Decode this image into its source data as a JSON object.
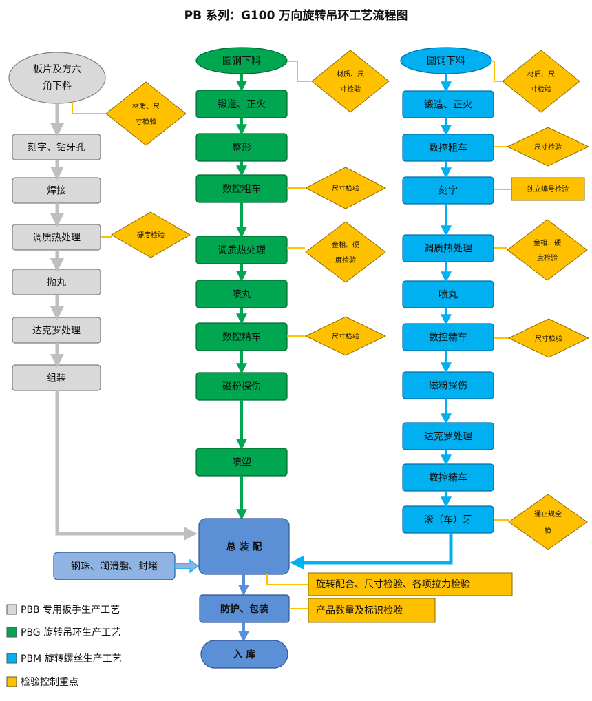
{
  "title": "PB 系列：G100 万向旋转吊环工艺流程图",
  "colors": {
    "gray_fill": "#d9d9d9",
    "gray_stroke": "#7f7f7f",
    "gray_arrow": "#bfbfbf",
    "green_fill": "#00a650",
    "green_stroke": "#006b32",
    "blue_fill": "#00b0f0",
    "blue_stroke": "#0070a8",
    "assembly_fill": "#5b8fd6",
    "assembly_stroke": "#2f5597",
    "lightblue_fill": "#8fb4e3",
    "check_fill": "#ffc000",
    "check_stroke": "#8b6d00"
  },
  "pbb": {
    "start": [
      "板片及方六",
      "角下料"
    ],
    "check_start": [
      "材质、尺",
      "寸检验"
    ],
    "steps": [
      "刻字、钻牙孔",
      "焊接",
      "调质热处理",
      "抛丸",
      "达克罗处理",
      "组装"
    ],
    "check_heat": "硬度检验"
  },
  "pbg": {
    "start": "圆钢下料",
    "check_start": [
      "材质、尺",
      "寸检验"
    ],
    "steps": [
      "锻造、正火",
      "整形",
      "数控粗车",
      "调质热处理",
      "喷丸",
      "数控精车",
      "磁粉探伤",
      "喷塑"
    ],
    "check_rough": "尺寸检验",
    "check_heat": [
      "金相、硬",
      "度检验"
    ],
    "check_finish": "尺寸检验"
  },
  "pbm": {
    "start": "圆钢下料",
    "check_start": [
      "材质、尺",
      "寸检验"
    ],
    "steps": [
      "锻造、正火",
      "数控粗车",
      "刻字",
      "调质热处理",
      "喷丸",
      "数控精车",
      "磁粉探伤",
      "达克罗处理",
      "数控精车",
      "滚（车）牙"
    ],
    "check_rough": "尺寸检验",
    "check_engrave": "独立编号检验",
    "check_heat": [
      "金相、硬",
      "度检验"
    ],
    "check_finish": "尺寸检验",
    "check_thread": [
      "通止规全",
      "检"
    ]
  },
  "assembly": {
    "main": "总 装 配",
    "parts": "钢珠、润滑脂、封堵",
    "check_assembly": "旋转配合、尺寸检验、各项拉力检验",
    "pack": "防护、包装",
    "check_pack": "产品数量及标识检验",
    "store": "入 库"
  },
  "legend": [
    {
      "label": "PBB 专用扳手生产工艺",
      "color": "#d9d9d9"
    },
    {
      "label": "PBG 旋转吊环生产工艺",
      "color": "#00a650"
    },
    {
      "label": "PBM 旋转螺丝生产工艺",
      "color": "#00b0f0"
    },
    {
      "label": "检验控制重点",
      "color": "#ffc000"
    }
  ]
}
